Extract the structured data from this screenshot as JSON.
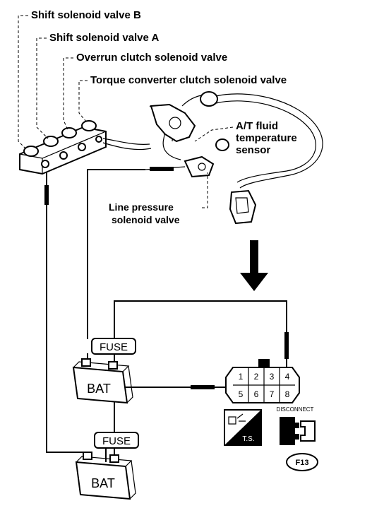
{
  "labels": {
    "shift_b": "Shift solenoid valve B",
    "shift_a": "Shift solenoid valve A",
    "overrun": "Overrun clutch solenoid valve",
    "torque": "Torque converter clutch solenoid valve",
    "at_fluid_1": "A/T fluid",
    "at_fluid_2": "temperature",
    "at_fluid_3": "sensor",
    "line_pressure_1": "Line pressure",
    "line_pressure_2": "solenoid valve"
  },
  "fuse_label": "FUSE",
  "battery_label": "BAT",
  "connector_pins": [
    "1",
    "2",
    "3",
    "4",
    "5",
    "6",
    "7",
    "8"
  ],
  "symbols": {
    "ts": "T.S.",
    "disconnect": "DISCONNECT",
    "connector_code": "F13"
  },
  "icons": [
    "down-arrow-icon",
    "tester-symbol-icon",
    "disconnect-icon"
  ]
}
